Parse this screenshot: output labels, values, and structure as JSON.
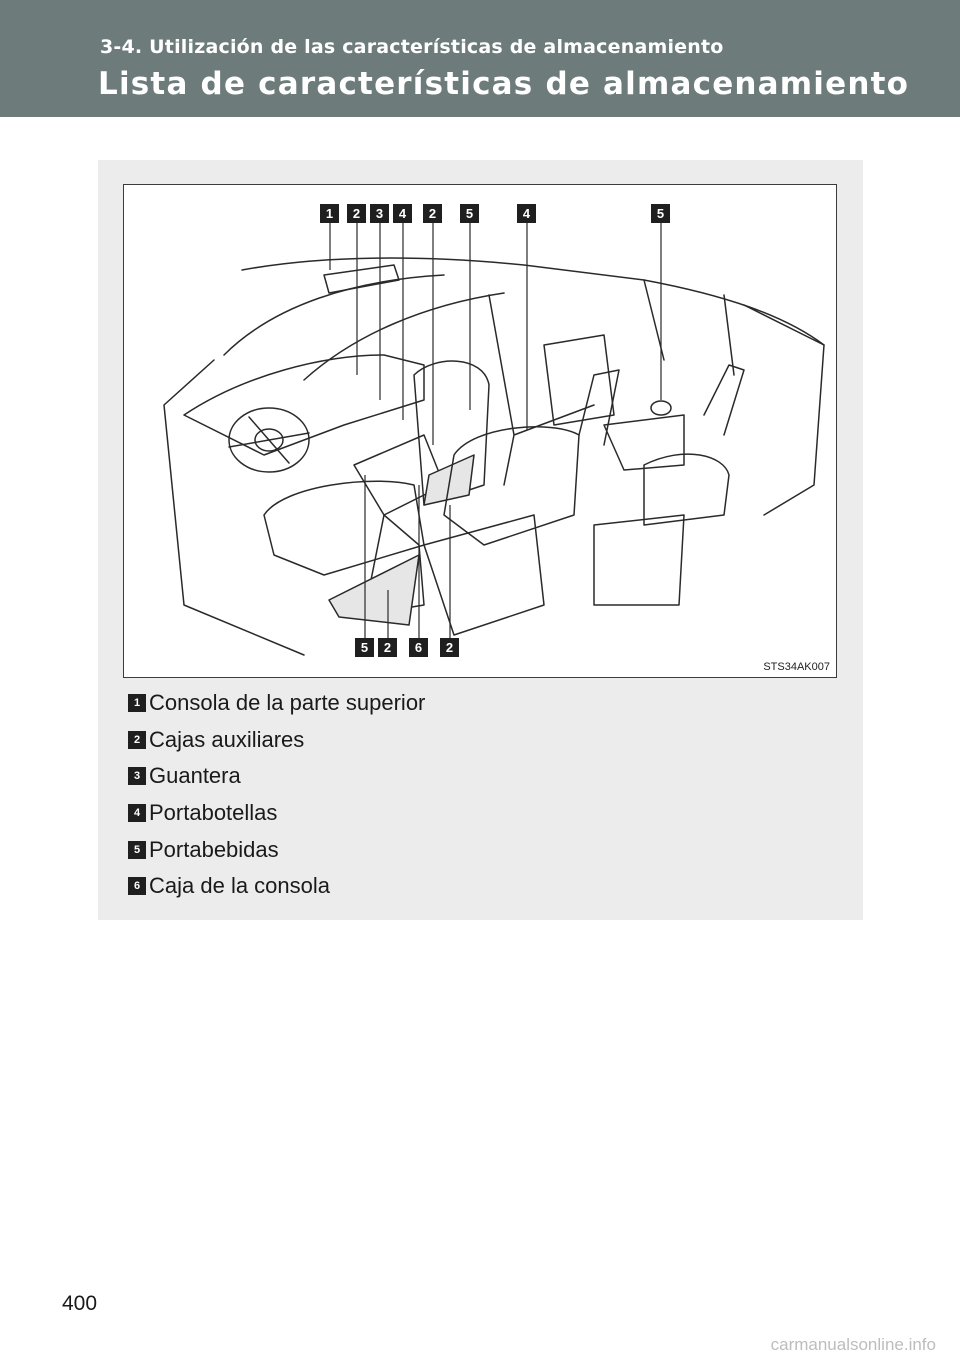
{
  "header": {
    "section": "3-4. Utilización de las características de almacenamiento",
    "title": "Lista de características de almacenamiento"
  },
  "figure": {
    "code": "STS34AK007",
    "top_callouts": [
      "1",
      "2",
      "3",
      "4",
      "2",
      "5",
      "4",
      "5"
    ],
    "bottom_callouts": [
      "5",
      "2",
      "6",
      "2"
    ]
  },
  "legend": [
    {
      "number": "1",
      "label": "Consola de la parte superior"
    },
    {
      "number": "2",
      "label": "Cajas auxiliares"
    },
    {
      "number": "3",
      "label": "Guantera"
    },
    {
      "number": "4",
      "label": "Portabotellas"
    },
    {
      "number": "5",
      "label": "Portabebidas"
    },
    {
      "number": "6",
      "label": "Caja de la consola"
    }
  ],
  "page_number": "400",
  "watermark": "carmanualsonline.info"
}
